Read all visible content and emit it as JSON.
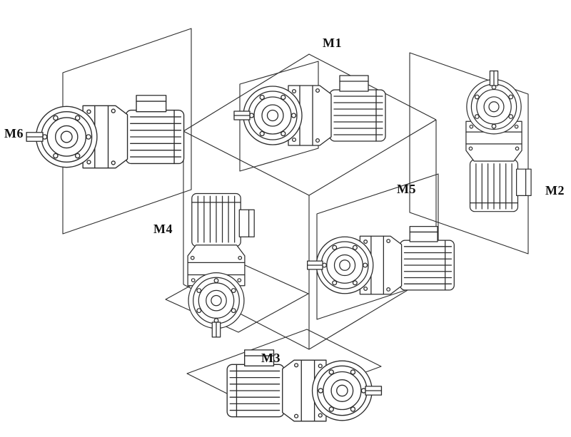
{
  "figure": {
    "description": "Mounting positions diagram of six gearmotors (M1-M6) arranged around an orientation cube",
    "background": "#ffffff",
    "line_color": "#2b2b2b",
    "labels": {
      "m1": "M1",
      "m2": "M2",
      "m3": "M3",
      "m4": "M4",
      "m5": "M5",
      "m6": "M6"
    }
  }
}
